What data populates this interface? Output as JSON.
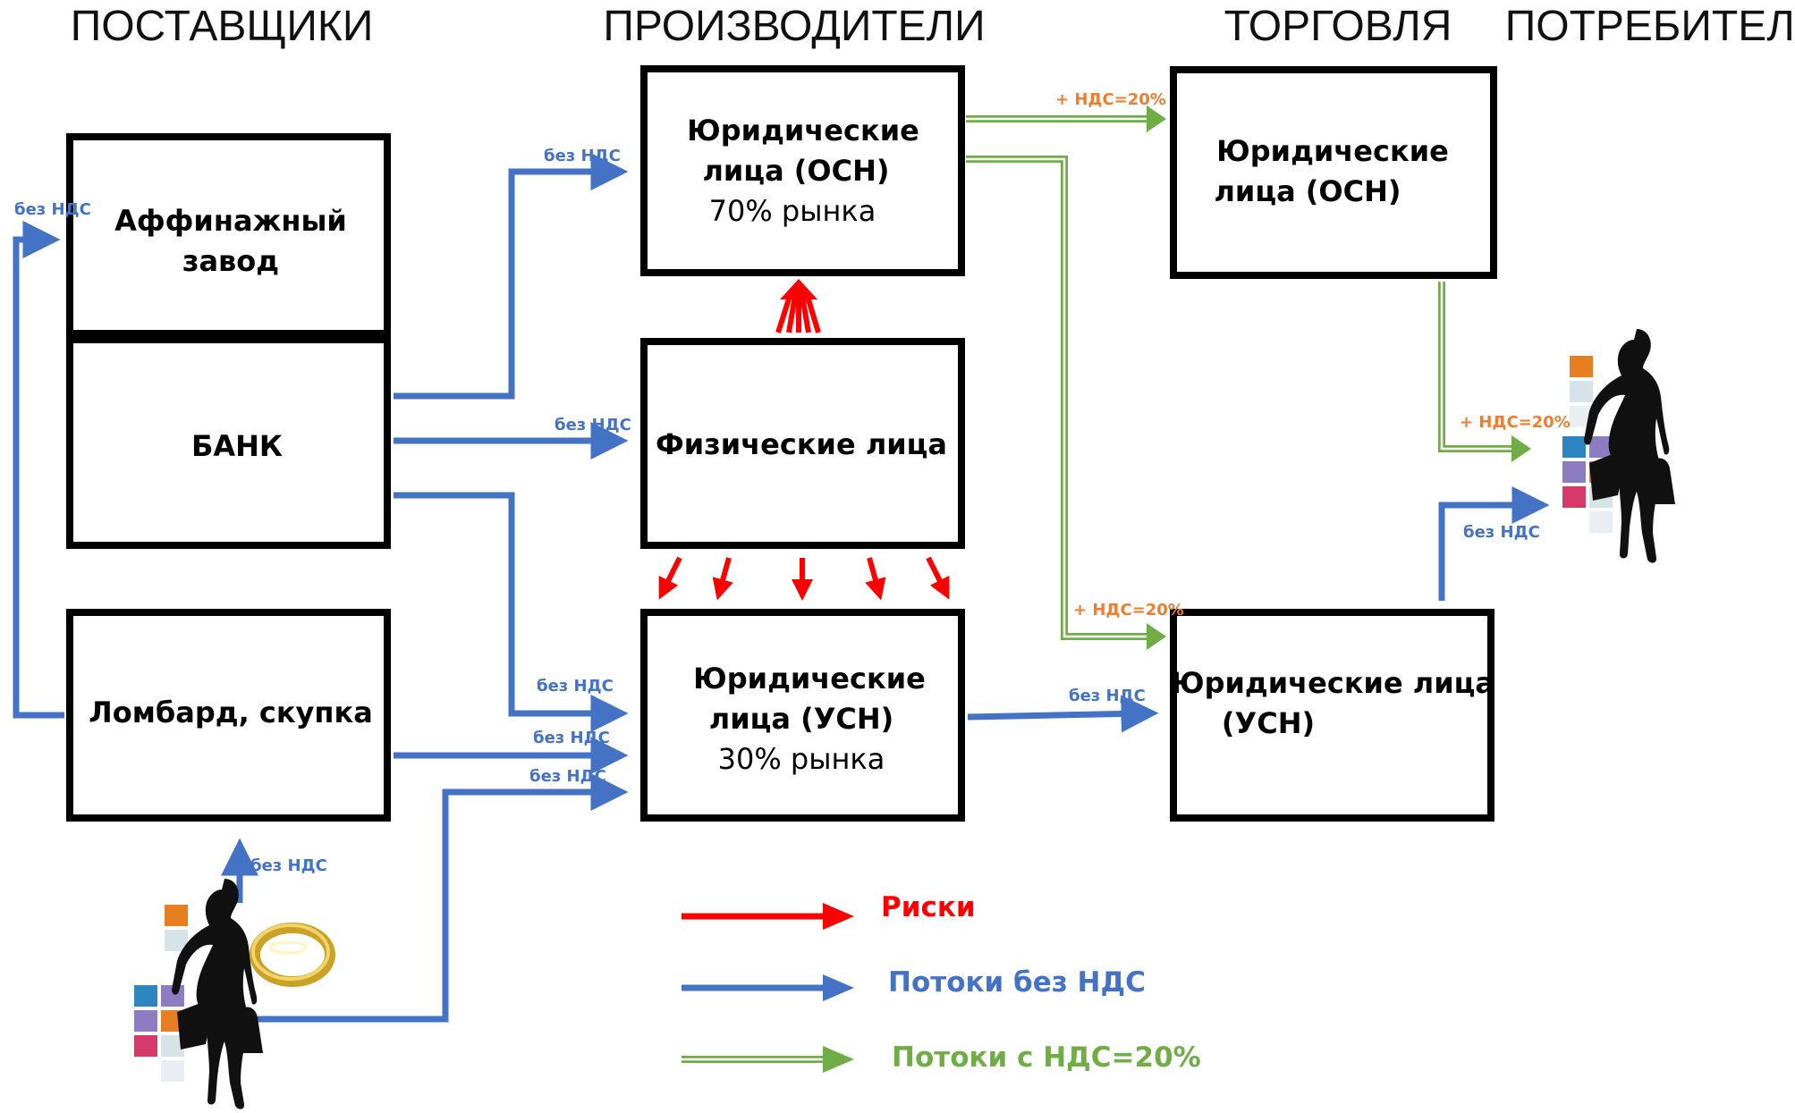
{
  "columns": {
    "suppliers": "ПОСТАВЩИКИ",
    "producers": "ПРОИЗВОДИТЕЛИ",
    "trade": "ТОРГОВЛЯ",
    "consumers": "ПОТРЕБИТЕЛИ"
  },
  "boxes": {
    "refinery": {
      "line1": "Аффинажный",
      "line2": "завод"
    },
    "bank": {
      "line1": "БАНК"
    },
    "pawnshop": {
      "line1": "Ломбард, скупка"
    },
    "producer_osn": {
      "line1": "Юридические",
      "line2": "лица (ОСН)",
      "line3": "70% рынка"
    },
    "individuals": {
      "line1": "Физические лица"
    },
    "producer_usn": {
      "line1": "Юридические",
      "line2": "лица (УСН)",
      "line3": "30% рынка"
    },
    "trade_osn": {
      "line1": "Юридические",
      "line2": "лица (ОСН)"
    },
    "trade_usn": {
      "line1": "Юридические лица",
      "line2": "(УСН)"
    }
  },
  "flow_labels": {
    "no_vat": "без НДС",
    "vat": "+ НДС=20%"
  },
  "legend": {
    "risks": "Риски",
    "no_vat_flows": "Потоки без НДС",
    "vat_flows": "Потоки с НДС=20%"
  },
  "colors": {
    "risk": "#FF0000",
    "no_vat": "#4472C4",
    "vat": "#70AD47",
    "vat_label": "#ED7D31",
    "box_border": "#000000"
  }
}
